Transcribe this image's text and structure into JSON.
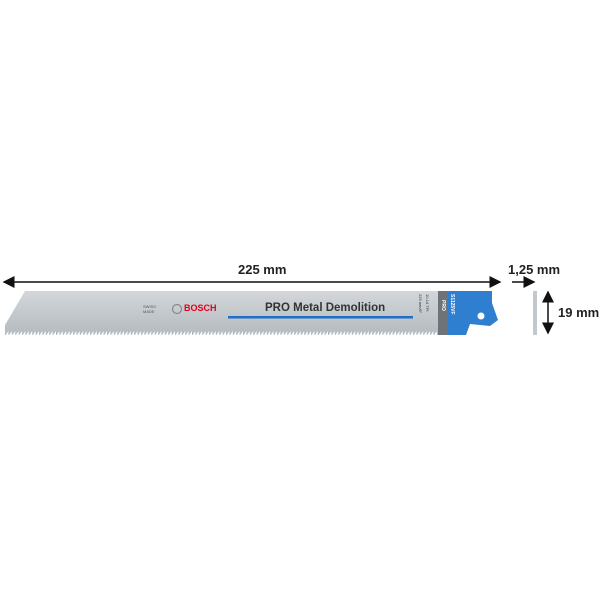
{
  "dimensions": {
    "length": "225 mm",
    "thickness": "1,25 mm",
    "height": "19 mm"
  },
  "blade": {
    "product_line": "PRO Metal Demolition",
    "brand": "BOSCH",
    "origin": "SWISS MADE",
    "code": "S1125VF",
    "badge": "PRO",
    "spec_size": "225 mm/9\"",
    "spec_tpi": "10-14 TPI"
  },
  "colors": {
    "blade": "#c3c8cc",
    "shank": "#2f7fd0",
    "accent_line": "#1e6fc8",
    "brand": "#e2001a"
  }
}
